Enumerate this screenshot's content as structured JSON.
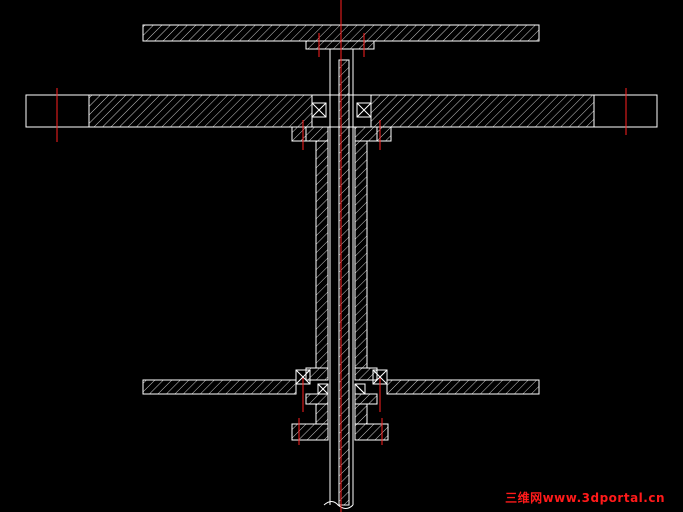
{
  "drawing": {
    "colors": {
      "background": "#000000",
      "outline": "#ffffff",
      "centerline": "#ff2020"
    },
    "hatch_pattern": "45-degree diagonal lines",
    "parts": [
      "top-flange-plate",
      "middle-flange-plate",
      "bottom-flange-plate",
      "hollow-shaft-housing",
      "center-shaft",
      "bearing-upper-left",
      "bearing-upper-right",
      "bearing-lower-left",
      "bearing-lower-right",
      "hub-bottom-left",
      "hub-bottom-right",
      "vertical-centerline",
      "bolt-centerline-left",
      "bolt-centerline-right"
    ]
  },
  "watermark": {
    "text": "三维网www.3dportal.cn",
    "color": "#ff2020"
  }
}
